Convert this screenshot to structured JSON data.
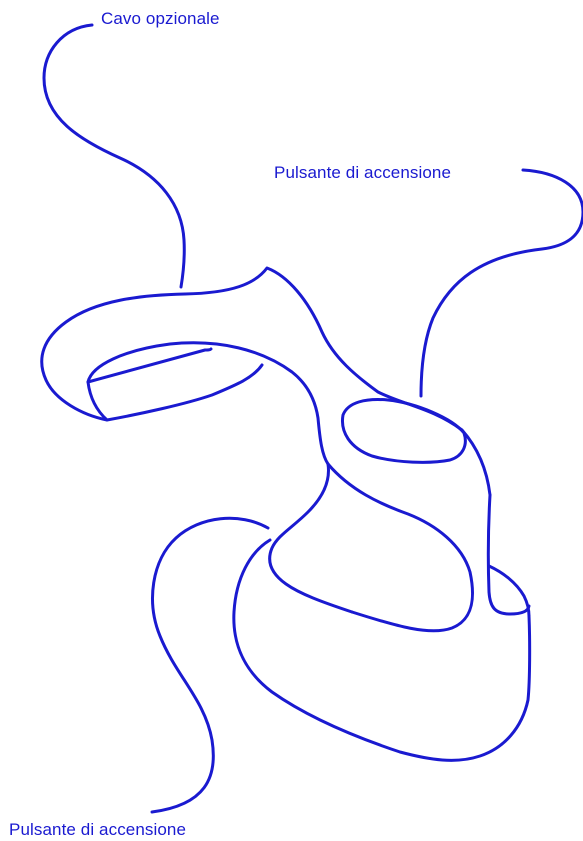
{
  "colors": {
    "line": "#1a1ad0",
    "background": "#ffffff"
  },
  "labels": {
    "cable": "Cavo opzionale",
    "power_button_top": "Pulsante di accensione",
    "power_button_bottom": "Pulsante di accensione"
  }
}
